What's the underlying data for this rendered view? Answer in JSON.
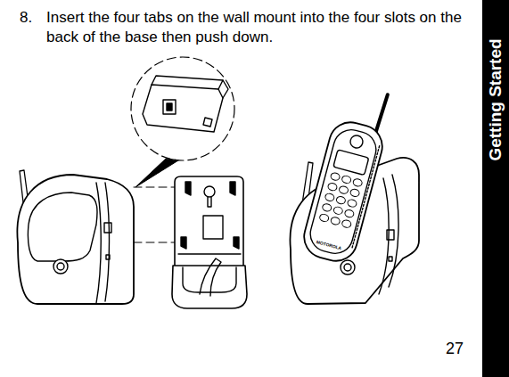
{
  "diagram": {
    "nodes": [
      {
        "text": [
          "Getting Started"
        ]
      }
    ],
    "labels": [
      "8.",
      "Insert the four tabs on the wall mount into the four slots on the back of the base then push down.",
      "MOTOROLA",
      "27"
    ]
  }
}
